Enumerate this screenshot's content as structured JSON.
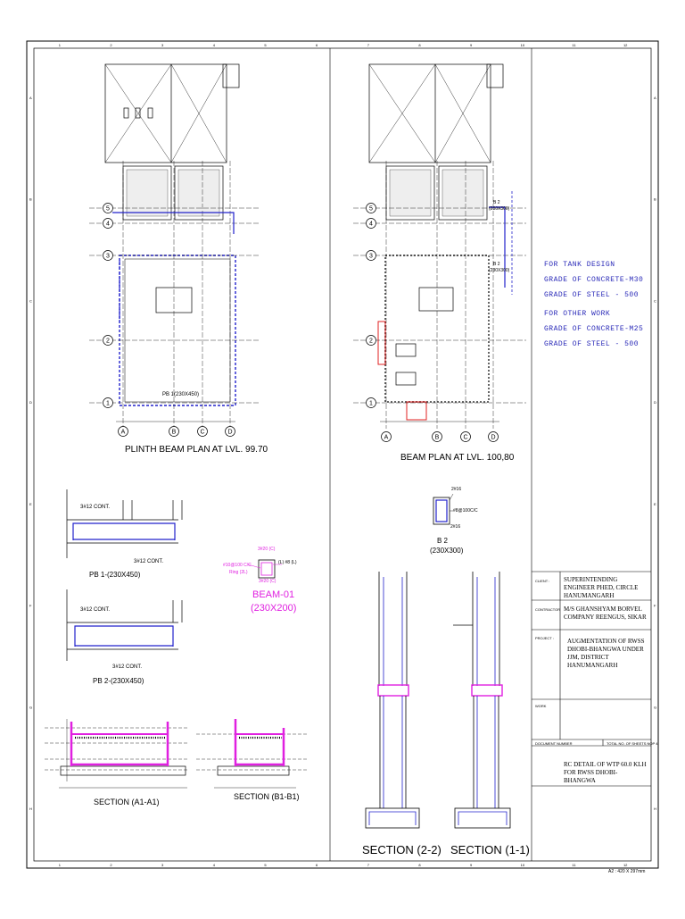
{
  "drawing": {
    "title_plinth": "PLINTH BEAM PLAN AT LVL. 99.70",
    "title_beam": "BEAM PLAN AT LVL. 100,80",
    "pb1_label": "PB 1-(230X450)",
    "pb2_label": "PB 2-(230X450)",
    "pb_top_note": "3#12 CONT.",
    "pb_bot_note": "3#12 CONT.",
    "pb_plan_label": "PB 1(230X450)",
    "b2_label": "B 2",
    "b2_size": "(230X300)",
    "b2_top": "2#16",
    "b2_bot": "2#16",
    "b2_ring": "#8@100C/C",
    "b2_plan_label_1": "B 2",
    "b2_plan_size_1": "(230X300)",
    "b2_plan_label_2": "B 2",
    "b2_plan_size_2": "(230X300)",
    "beam01_name": "BEAM-01",
    "beam01_size": "(230X200)",
    "beam01_top": "3#20 (C)",
    "beam01_bot": "3#20 (C)",
    "beam01_ring": "#10@100 C/C",
    "beam01_ring2": "Ring (2L)",
    "beam01_dim": "(L) #8 (L)",
    "section_a1": "SECTION (A1-A1)",
    "section_b1": "SECTION (B1-B1)",
    "section_22": "SECTION (2-2)",
    "section_11": "SECTION (1-1)",
    "col_labels": [
      "A",
      "B",
      "C",
      "D"
    ],
    "row_labels": [
      "5",
      "4",
      "3",
      "2",
      "1"
    ],
    "border_numbers": [
      "1",
      "2",
      "3",
      "4",
      "5",
      "6",
      "7",
      "8",
      "9",
      "10",
      "11",
      "12"
    ],
    "border_letters": [
      "A",
      "B",
      "C",
      "D",
      "E",
      "F",
      "G",
      "H"
    ],
    "sheet_size": "A2 : 420 X 297mm"
  },
  "design": {
    "tank_head": "FOR TANK DESIGN",
    "tank_concrete": "GRADE OF CONCRETE-M30",
    "tank_steel": "GRADE OF STEEL    - 500",
    "other_head": "FOR OTHER WORK",
    "other_concrete": "GRADE OF CONCRETE-M25",
    "other_steel": "GRADE OF STEEL    - 500"
  },
  "titleblock": {
    "client_label": "CLIENT :",
    "client": "SUPERINTENDING ENGINEER  PHED, CIRCLE HANUMANGARH",
    "contractor_label": "CONTRACTOR",
    "contractor": "M/S GHANSHYAM BORVEL COMPANY REENGUS, SIKAR",
    "project_label": "PROJECT :",
    "project": "AUGMENTATION OF RWSS DHOBI-BHANGWA UNDER JJM, DISTRICT HANUMANGARH",
    "work_label": "WORK",
    "doc_label": "DOCUMENT NUMBER",
    "sheets_label": "TOTAL NO. OF SHEETS   NOP 4",
    "sheet_title": "RC DETAIL OF WTP 60.0 KLH FOR RWSS DHOBI-BHANGWA"
  },
  "colors": {
    "ink": "#000000",
    "rebar": "#2222cc",
    "magenta": "#e020e0",
    "red": "#e02020"
  }
}
